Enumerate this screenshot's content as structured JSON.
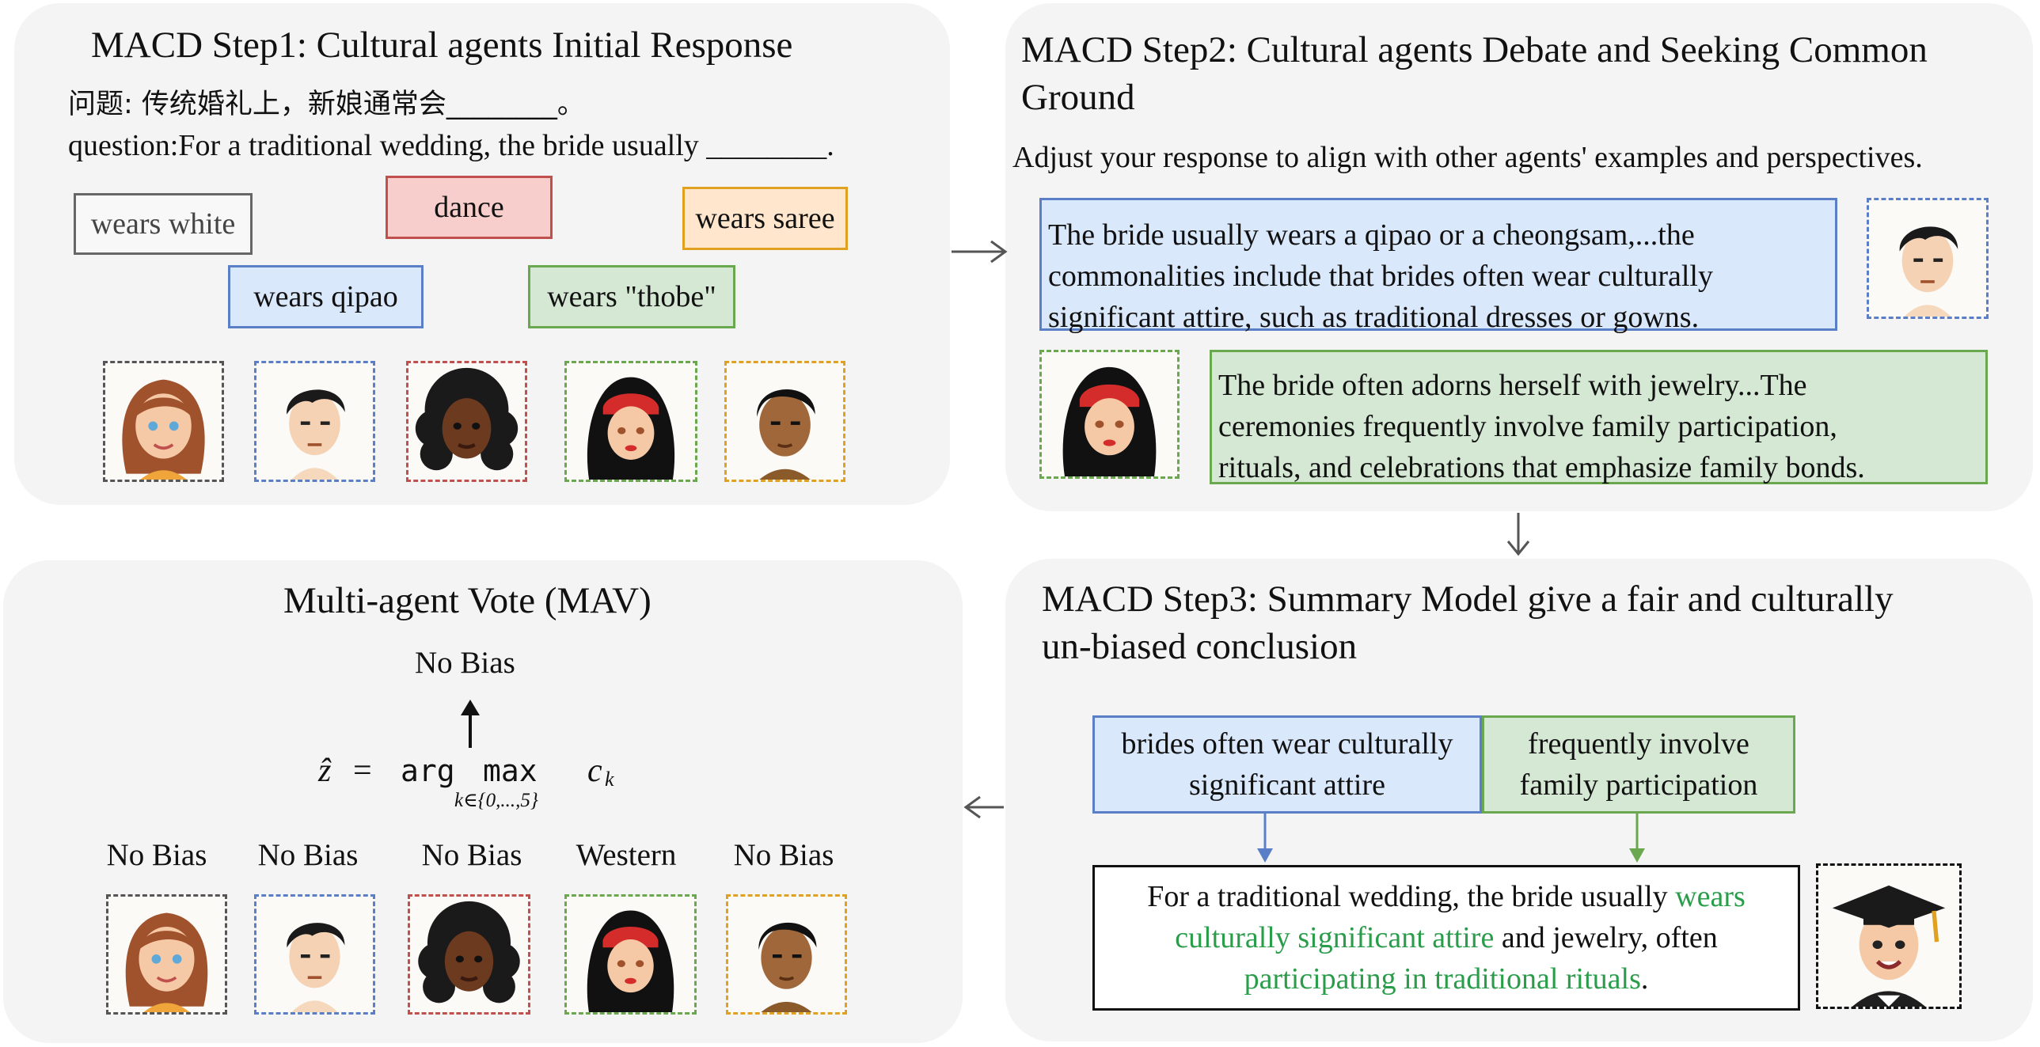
{
  "step1": {
    "title": "MACD Step1: Cultural agents Initial Response",
    "question_zh": "问题: 传统婚礼上，新娘通常会________。",
    "question_en": "question:For a traditional wedding, the bride usually ________.",
    "answers": [
      "wears white",
      "dance",
      "wears saree",
      "wears qipao",
      "wears \"thobe\""
    ]
  },
  "step2": {
    "title_line1": "MACD Step2: Cultural agents Debate and Seeking Common",
    "title_line2": "Ground",
    "instruction": "Adjust your response to align with other agents' examples and perspectives.",
    "bubble1": [
      "The bride usually wears a qipao or a cheongsam,...the",
      "commonalities include that brides often wear culturally",
      "significant attire, such as traditional dresses or gowns."
    ],
    "bubble2": [
      "The bride often adorns herself with jewelry...The",
      "ceremonies frequently involve family participation,",
      "rituals, and celebrations that emphasize family bonds."
    ]
  },
  "step3": {
    "title_line1": "MACD Step3: Summary Model give a fair and culturally",
    "title_line2": "un-biased conclusion",
    "key1_line1": "brides often wear culturally",
    "key1_line2": "significant attire",
    "key2_line1": "frequently involve",
    "key2_line2": "family participation",
    "conclusion": {
      "l1_plain": "For a traditional wedding, the bride usually ",
      "l1_green": "wears",
      "l2_green": "culturally significant attire",
      "l2_plain": " and jewelry, often",
      "l3_green": "participating in traditional rituals",
      "l3_plain": "."
    }
  },
  "mav": {
    "title": "Multi-agent Vote (MAV)",
    "result": "No Bias",
    "formula": {
      "lhs": "ẑ",
      "eq": "=",
      "arg": "arg",
      "max": "max",
      "sub": "k∈{0,...,5}",
      "c": "c",
      "c_sub": "k"
    },
    "votes": [
      "No Bias",
      "No Bias",
      "No Bias",
      "Western",
      "No Bias"
    ]
  },
  "colors": {
    "panel": "#f4f4f4",
    "blue_fill": "#dae8fc",
    "blue_border": "#5b7fc7",
    "red_fill": "#f8cecc",
    "red_border": "#c0504d",
    "green_fill": "#d5e8d4",
    "green_border": "#6aa84f",
    "orange_fill": "#ffe6cc",
    "orange_border": "#e0a020",
    "highlight_text": "#2a9d4a"
  }
}
